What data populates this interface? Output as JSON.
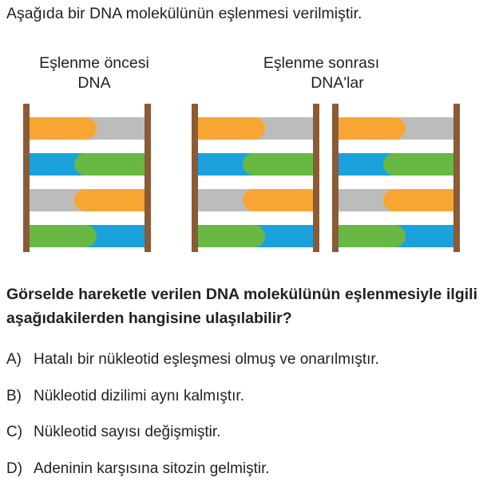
{
  "intro_text": "Aşağıda bir DNA molekülünün eşlenmesi verilmiştir.",
  "diagram": {
    "before_caption": [
      "Eşlenme öncesi",
      "DNA"
    ],
    "after_caption": [
      "Eşlenme sonrası",
      "DNA'lar"
    ],
    "colors": {
      "rail": "#8b5a36",
      "orange": "#f7a634",
      "gray": "#bdbcbc",
      "blue": "#1ba1dc",
      "green": "#67b944"
    }
  },
  "question": "Görselde hareketle verilen DNA molekülünün eşlenmesiyle ilgili aşağıdakilerden hangisine ulaşılabilir?",
  "options": [
    {
      "letter": "A)",
      "text": "Hatalı bir nükleotid eşleşmesi olmuş ve onarılmıştır."
    },
    {
      "letter": "B)",
      "text": "Nükleotid dizilimi aynı kalmıştır."
    },
    {
      "letter": "C)",
      "text": "Nükleotid sayısı değişmiştir."
    },
    {
      "letter": "D)",
      "text": "Adeninin karşısına sitozin gelmiştir."
    }
  ]
}
